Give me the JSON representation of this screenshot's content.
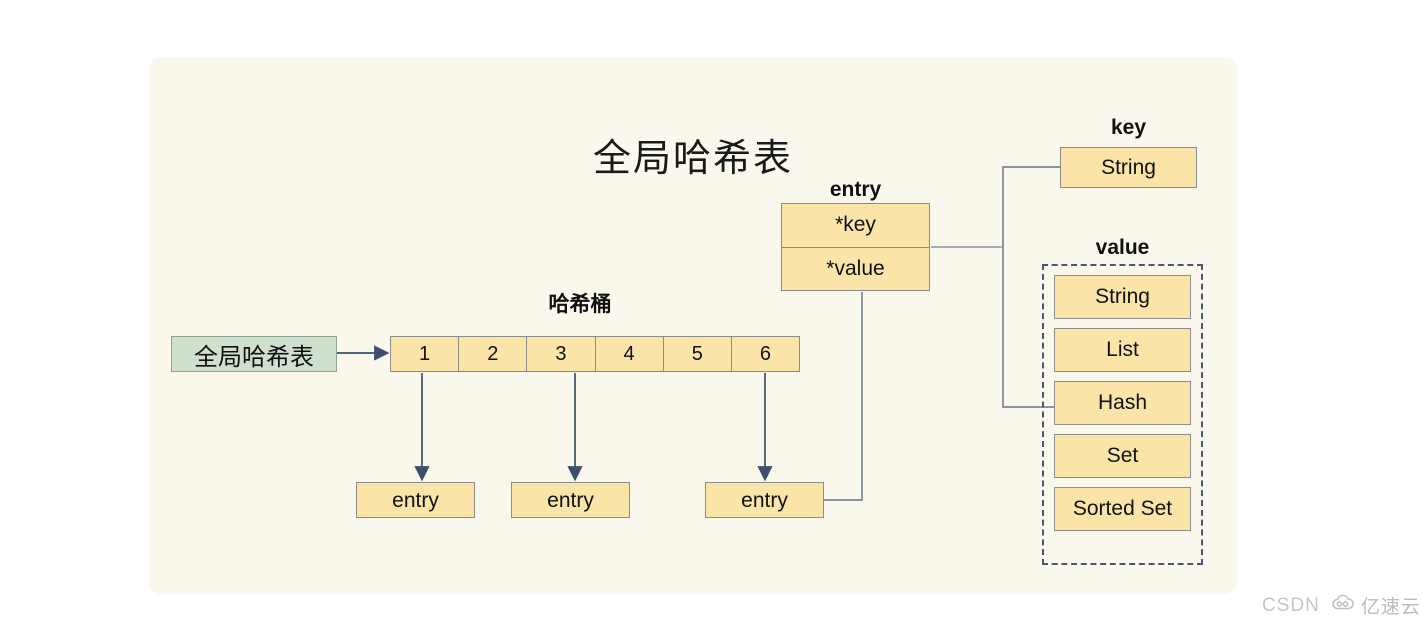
{
  "card": {
    "title": "全局哈希表",
    "background": "#faf8ec"
  },
  "source_node": {
    "label": "全局哈希表",
    "color": "#cfe0cf"
  },
  "bucket": {
    "caption": "哈希桶",
    "cells": [
      "1",
      "2",
      "3",
      "4",
      "5",
      "6"
    ],
    "color": "#fae4a8"
  },
  "entries": [
    {
      "label": "entry"
    },
    {
      "label": "entry"
    },
    {
      "label": "entry"
    }
  ],
  "entry_struct": {
    "caption": "entry",
    "fields": [
      "*key",
      "*value"
    ]
  },
  "key_section": {
    "caption": "key",
    "types": [
      "String"
    ]
  },
  "value_section": {
    "caption": "value",
    "types": [
      "String",
      "List",
      "Hash",
      "Set",
      "Sorted Set"
    ],
    "border_color": "#4a5876"
  },
  "watermark": {
    "csdn": "CSDN",
    "cloud_icon": "cloud-logo-icon",
    "brand": "亿速云"
  }
}
